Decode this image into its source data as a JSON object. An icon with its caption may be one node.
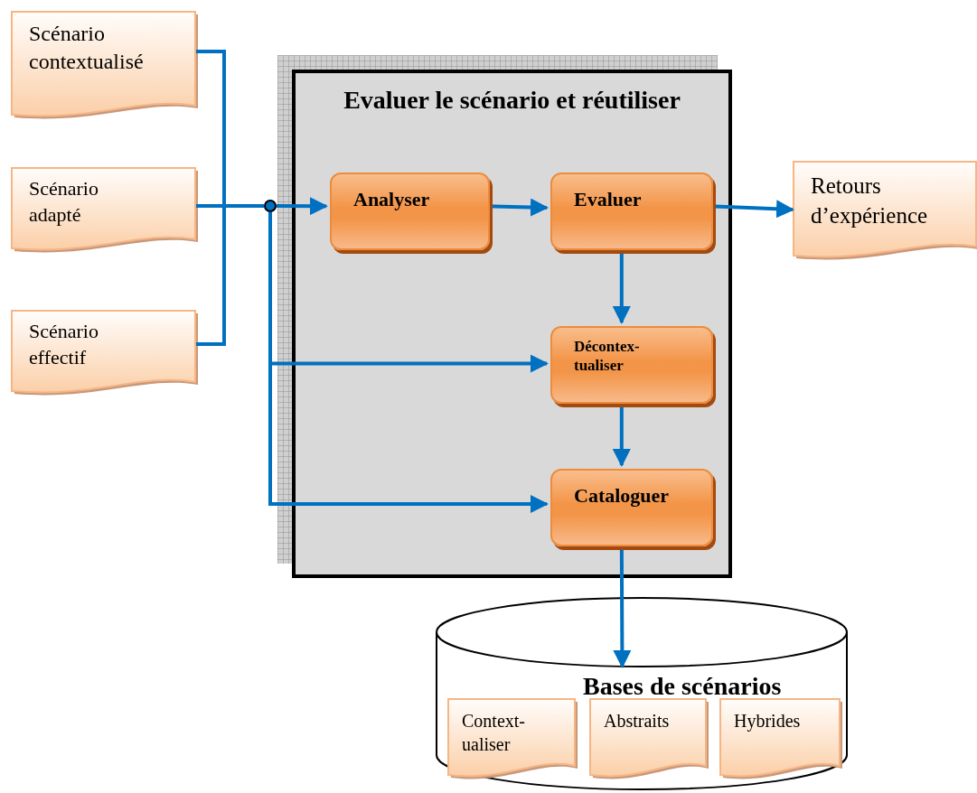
{
  "diagram": {
    "nodes": [
      {
        "text": [
          "Scénario contextualisé"
        ]
      },
      {
        "text": [
          "Scénario adapté"
        ]
      },
      {
        "text": [
          "Scénario effectif"
        ]
      },
      {
        "text": [],
        "shape": "circle"
      },
      {
        "text": [
          "Evaluer le scénario et réutiliser"
        ]
      },
      {
        "text": [
          "Analyser"
        ],
        "in": 4
      },
      {
        "text": [
          "Evaluer"
        ],
        "in": 4
      },
      {
        "text": [
          "Décontex- tualiser"
        ],
        "in": 4
      },
      {
        "text": [
          "Cataloguer"
        ],
        "in": 4
      },
      {
        "text": [
          "Retours d’expérience"
        ]
      },
      {
        "text": [
          "Bases de scénarios"
        ]
      },
      {
        "text": [
          "Context- ualiser"
        ],
        "in": 10
      },
      {
        "text": [
          "Abstraits"
        ],
        "in": 10
      },
      {
        "text": [
          "Hybrides"
        ],
        "in": 10
      }
    ],
    "edges": [
      {
        "from": 0,
        "to": 3,
        "arrow": "none"
      },
      {
        "from": 1,
        "to": 3,
        "arrow": "none"
      },
      {
        "from": 2,
        "to": 3,
        "arrow": "none"
      },
      {
        "from": 3,
        "to": 5,
        "arrow": "to"
      },
      {
        "from": 3,
        "to": 7,
        "arrow": "to"
      },
      {
        "from": 3,
        "to": 8,
        "arrow": "to"
      },
      {
        "from": 5,
        "to": 6,
        "arrow": "to"
      },
      {
        "from": 6,
        "to": 9,
        "arrow": "to"
      },
      {
        "from": 6,
        "to": 7,
        "arrow": "to"
      },
      {
        "from": 7,
        "to": 8,
        "arrow": "to"
      },
      {
        "from": 8,
        "to": 10,
        "arrow": "to"
      }
    ]
  }
}
